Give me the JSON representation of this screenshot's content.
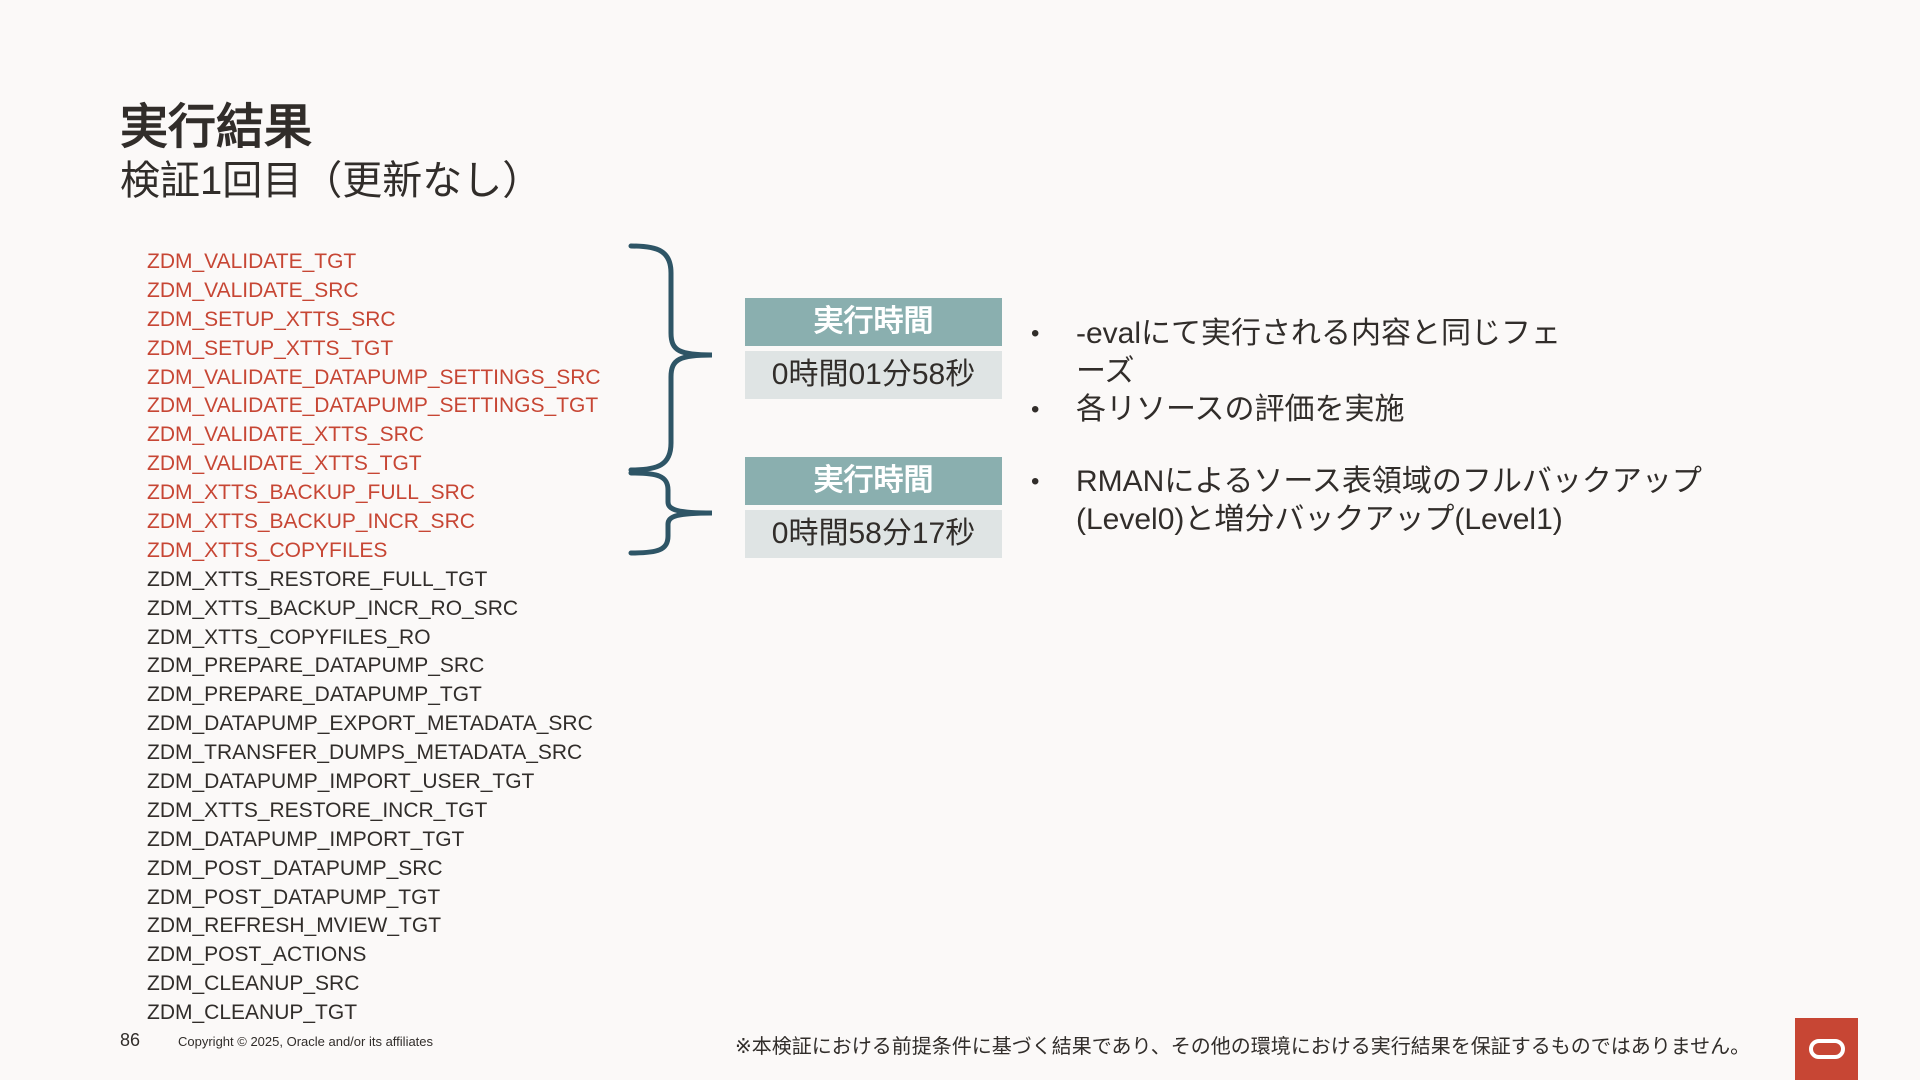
{
  "title": "実行結果",
  "subtitle": "検証1回目（更新なし）",
  "phases": [
    {
      "name": "ZDM_VALIDATE_TGT",
      "status": "done"
    },
    {
      "name": "ZDM_VALIDATE_SRC",
      "status": "done"
    },
    {
      "name": "ZDM_SETUP_XTTS_SRC",
      "status": "done"
    },
    {
      "name": "ZDM_SETUP_XTTS_TGT",
      "status": "done"
    },
    {
      "name": "ZDM_VALIDATE_DATAPUMP_SETTINGS_SRC",
      "status": "done"
    },
    {
      "name": "ZDM_VALIDATE_DATAPUMP_SETTINGS_TGT",
      "status": "done"
    },
    {
      "name": "ZDM_VALIDATE_XTTS_SRC",
      "status": "done"
    },
    {
      "name": "ZDM_VALIDATE_XTTS_TGT",
      "status": "done"
    },
    {
      "name": "ZDM_XTTS_BACKUP_FULL_SRC",
      "status": "done"
    },
    {
      "name": "ZDM_XTTS_BACKUP_INCR_SRC",
      "status": "done"
    },
    {
      "name": "ZDM_XTTS_COPYFILES",
      "status": "done"
    },
    {
      "name": "ZDM_XTTS_RESTORE_FULL_TGT",
      "status": "pending"
    },
    {
      "name": "ZDM_XTTS_BACKUP_INCR_RO_SRC",
      "status": "pending"
    },
    {
      "name": "ZDM_XTTS_COPYFILES_RO",
      "status": "pending"
    },
    {
      "name": "ZDM_PREPARE_DATAPUMP_SRC",
      "status": "pending"
    },
    {
      "name": "ZDM_PREPARE_DATAPUMP_TGT",
      "status": "pending"
    },
    {
      "name": "ZDM_DATAPUMP_EXPORT_METADATA_SRC",
      "status": "pending"
    },
    {
      "name": "ZDM_TRANSFER_DUMPS_METADATA_SRC",
      "status": "pending"
    },
    {
      "name": "ZDM_DATAPUMP_IMPORT_USER_TGT",
      "status": "pending"
    },
    {
      "name": "ZDM_XTTS_RESTORE_INCR_TGT",
      "status": "pending"
    },
    {
      "name": "ZDM_DATAPUMP_IMPORT_TGT",
      "status": "pending"
    },
    {
      "name": "ZDM_POST_DATAPUMP_SRC",
      "status": "pending"
    },
    {
      "name": "ZDM_POST_DATAPUMP_TGT",
      "status": "pending"
    },
    {
      "name": "ZDM_REFRESH_MVIEW_TGT",
      "status": "pending"
    },
    {
      "name": "ZDM_POST_ACTIONS",
      "status": "pending"
    },
    {
      "name": "ZDM_CLEANUP_SRC",
      "status": "pending"
    },
    {
      "name": "ZDM_CLEANUP_TGT",
      "status": "pending"
    }
  ],
  "group1": {
    "time_label": "実行時間",
    "time_value": "0時間01分58秒",
    "bullets": [
      "-evalにて実行される内容と同じフェーズ",
      "各リソースの評価を実施"
    ]
  },
  "group2": {
    "time_label": "実行時間",
    "time_value": "0時間58分17秒",
    "bullets": [
      "RMANによるソース表領域のフルバックアップ(Level0)と増分バックアップ(Level1)"
    ]
  },
  "footer": {
    "page_number": "86",
    "copyright": "Copyright © 2025, Oracle and/or its affiliates",
    "note": "※本検証における前提条件に基づく結果であり、その他の環境における実行結果を保証するものではありません。"
  },
  "colors": {
    "done": "#c74634",
    "pending": "#312d2a",
    "brace": "#2e5566",
    "header_bg": "#8aafaf",
    "value_bg": "#dfe4e4",
    "logo_bg": "#c74634"
  },
  "logo_icon": "oracle-logo-icon"
}
